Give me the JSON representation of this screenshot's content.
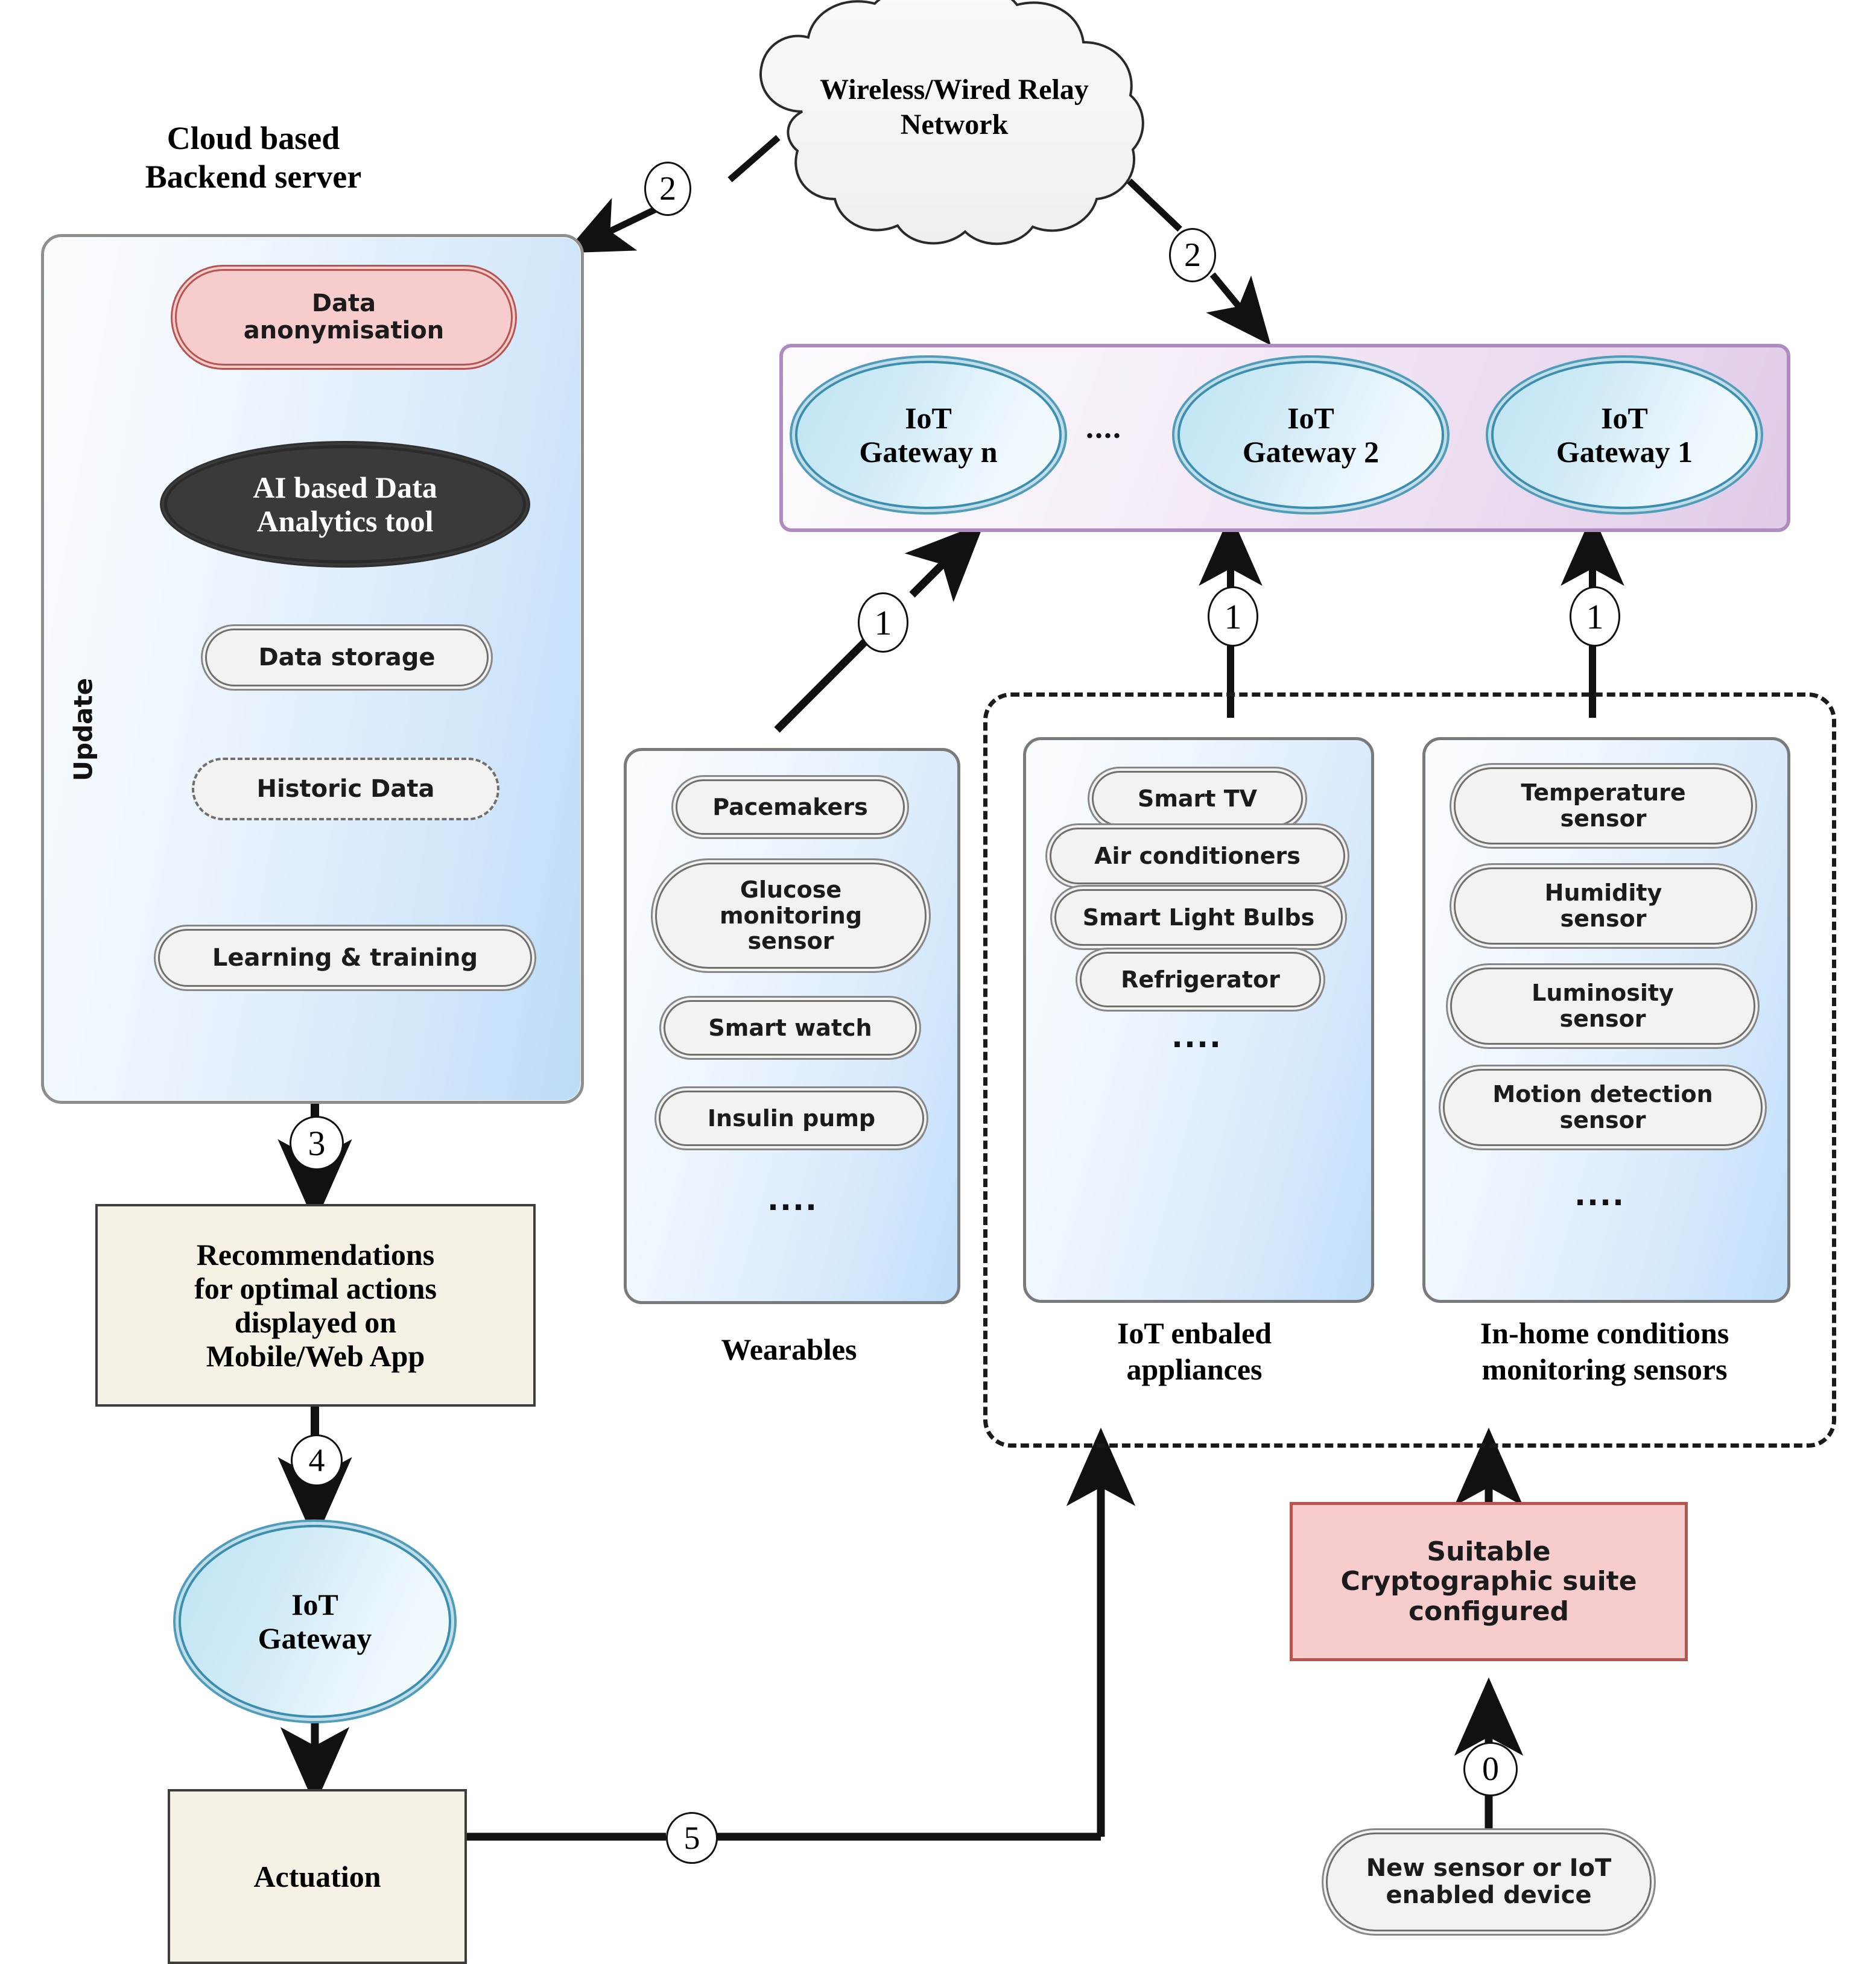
{
  "diagram": {
    "title_server": "Cloud  based\nBackend server",
    "colors": {
      "server_panel_fill": "#d6e9fb",
      "gateway_panel_border": "#b08bc0",
      "red_accent": "#b85450",
      "red_fill": "#f6cdcc",
      "beige_fill": "#f5f1e4",
      "dark_ellipse": "#3a3a3a",
      "blue_ellipse": "#bfe4f3",
      "line": "#111111"
    }
  },
  "cloud": {
    "label_line1": "Wireless/Wired Relay",
    "label_line2": "Network"
  },
  "server": {
    "title_line1": "Cloud  based",
    "title_line2": "Backend server",
    "anonymisation_line1": "Data",
    "anonymisation_line2": "anonymisation",
    "ai_tool_line1": "AI based Data",
    "ai_tool_line2": "Analytics tool",
    "data_storage": "Data  storage",
    "historic_data": "Historic Data",
    "learning_training": "Learning & training",
    "update_label": "Update"
  },
  "gateways": {
    "panel_items": [
      "IoT\nGateway n",
      "IoT\nGateway 2",
      "IoT\nGateway 1"
    ],
    "gw_n_l1": "IoT",
    "gw_n_l2": "Gateway n",
    "gw_2_l1": "IoT",
    "gw_2_l2": "Gateway 2",
    "gw_1_l1": "IoT",
    "gw_1_l2": "Gateway 1",
    "ellipsis": "....",
    "single_gateway_l1": "IoT",
    "single_gateway_l2": "Gateway"
  },
  "columns": [
    {
      "caption_line1": "Wearables",
      "caption_line2": "",
      "items": [
        "Pacemakers",
        "Glucose\nmonitoring\nsensor",
        "Smart watch",
        "Insulin pump"
      ],
      "item_labels": {
        "i0": "Pacemakers",
        "i1a": "Glucose",
        "i1b": "monitoring",
        "i1c": "sensor",
        "i2": "Smart watch",
        "i3": "Insulin pump"
      },
      "ellipsis": "...."
    },
    {
      "caption_line1": "IoT enbaled",
      "caption_line2": "appliances",
      "items": [
        "Smart TV",
        "Air conditioners",
        "Smart Light Bulbs",
        "Refrigerator"
      ],
      "item_labels": {
        "i0": "Smart TV",
        "i1": "Air conditioners",
        "i2": "Smart Light Bulbs",
        "i3": "Refrigerator"
      },
      "ellipsis": "...."
    },
    {
      "caption_line1": "In-home conditions",
      "caption_line2": "monitoring sensors",
      "items": [
        "Temperature\nsensor",
        "Humidity\nsensor",
        "Luminosity\nsensor",
        "Motion detection\nsensor"
      ],
      "item_labels": {
        "i0a": "Temperature",
        "i0b": "sensor",
        "i1a": "Humidity",
        "i1b": "sensor",
        "i2a": "Luminosity",
        "i2b": "sensor",
        "i3a": "Motion detection",
        "i3b": "sensor"
      },
      "ellipsis": "...."
    }
  ],
  "outputs": {
    "recommendations_l1": "Recommendations",
    "recommendations_l2": "for optimal actions",
    "recommendations_l3": "displayed on",
    "recommendations_l4": "Mobile/Web App",
    "actuation": "Actuation"
  },
  "security": {
    "crypto_l1": "Suitable",
    "crypto_l2": "Cryptographic suite",
    "crypto_l3": "configured",
    "new_device_l1": "New sensor or IoT",
    "new_device_l2": "enabled device"
  },
  "sequence_labels": {
    "zero": "0",
    "one_a": "1",
    "one_b": "1",
    "one_c": "1",
    "two_a": "2",
    "two_b": "2",
    "three": "3",
    "four": "4",
    "five": "5"
  }
}
